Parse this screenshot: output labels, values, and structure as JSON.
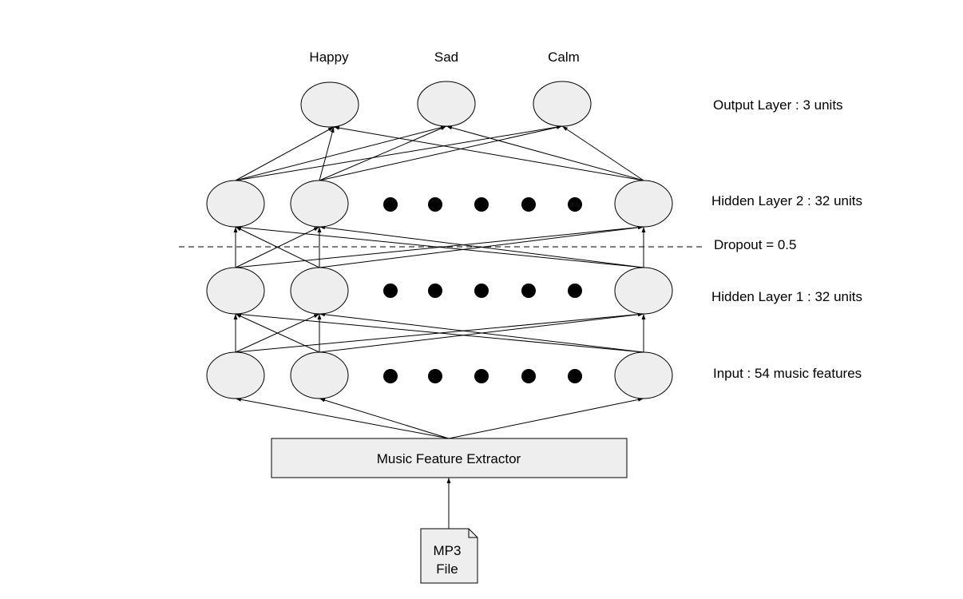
{
  "output_labels": [
    "Happy",
    "Sad",
    "Calm"
  ],
  "layer_labels": {
    "output": "Output Layer : 3 units",
    "hidden2": "Hidden Layer 2 : 32 units",
    "dropout": "Dropout = 0.5",
    "hidden1": "Hidden Layer 1 : 32 units",
    "input": "Input : 54 music features"
  },
  "extractor": {
    "label": "Music Feature Extractor"
  },
  "file": {
    "line1": "MP3",
    "line2": "File"
  },
  "colors": {
    "node_fill": "#eeeeee",
    "stroke": "#000000",
    "ellipsis_dots": "#000000"
  }
}
